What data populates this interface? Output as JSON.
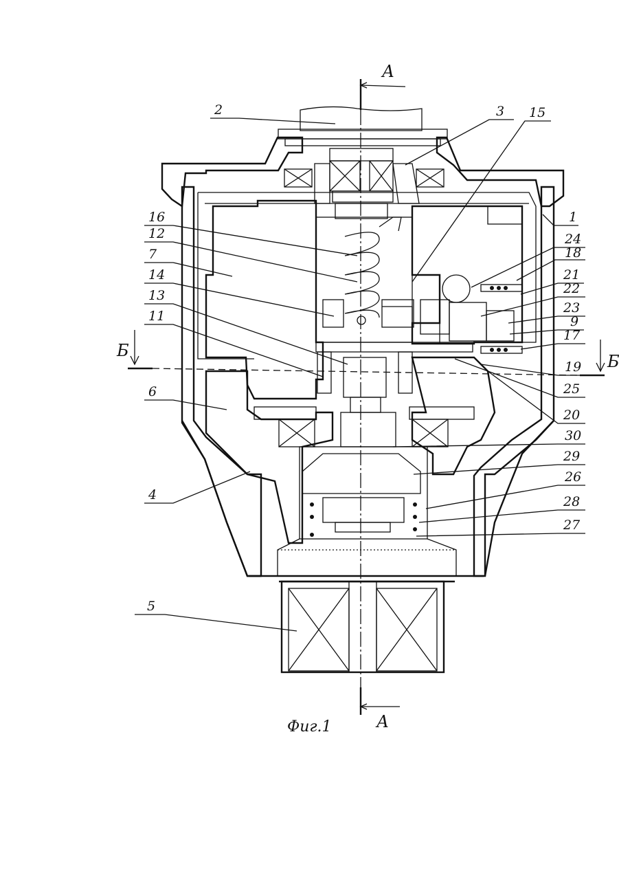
{
  "figure": {
    "caption": "Фиг.1",
    "section_a_top": "А",
    "section_a_bottom": "А",
    "section_b_left": "Б",
    "section_b_right": "Б"
  },
  "callouts": [
    {
      "id": "c2",
      "text": "2"
    },
    {
      "id": "c3",
      "text": "3"
    },
    {
      "id": "c15",
      "text": "15"
    },
    {
      "id": "c1",
      "text": "1"
    },
    {
      "id": "c24",
      "text": "24"
    },
    {
      "id": "c18",
      "text": "18"
    },
    {
      "id": "c21",
      "text": "21"
    },
    {
      "id": "c22",
      "text": "22"
    },
    {
      "id": "c23",
      "text": "23"
    },
    {
      "id": "c9",
      "text": "9"
    },
    {
      "id": "c17",
      "text": "17"
    },
    {
      "id": "c19",
      "text": "19"
    },
    {
      "id": "c25",
      "text": "25"
    },
    {
      "id": "c20",
      "text": "20"
    },
    {
      "id": "c30",
      "text": "30"
    },
    {
      "id": "c29",
      "text": "29"
    },
    {
      "id": "c26",
      "text": "26"
    },
    {
      "id": "c28",
      "text": "28"
    },
    {
      "id": "c27",
      "text": "27"
    },
    {
      "id": "c16",
      "text": "16"
    },
    {
      "id": "c12",
      "text": "12"
    },
    {
      "id": "c7",
      "text": "7"
    },
    {
      "id": "c14",
      "text": "14"
    },
    {
      "id": "c13",
      "text": "13"
    },
    {
      "id": "c11",
      "text": "11"
    },
    {
      "id": "c6",
      "text": "6"
    },
    {
      "id": "c4",
      "text": "4"
    },
    {
      "id": "c5",
      "text": "5"
    }
  ]
}
